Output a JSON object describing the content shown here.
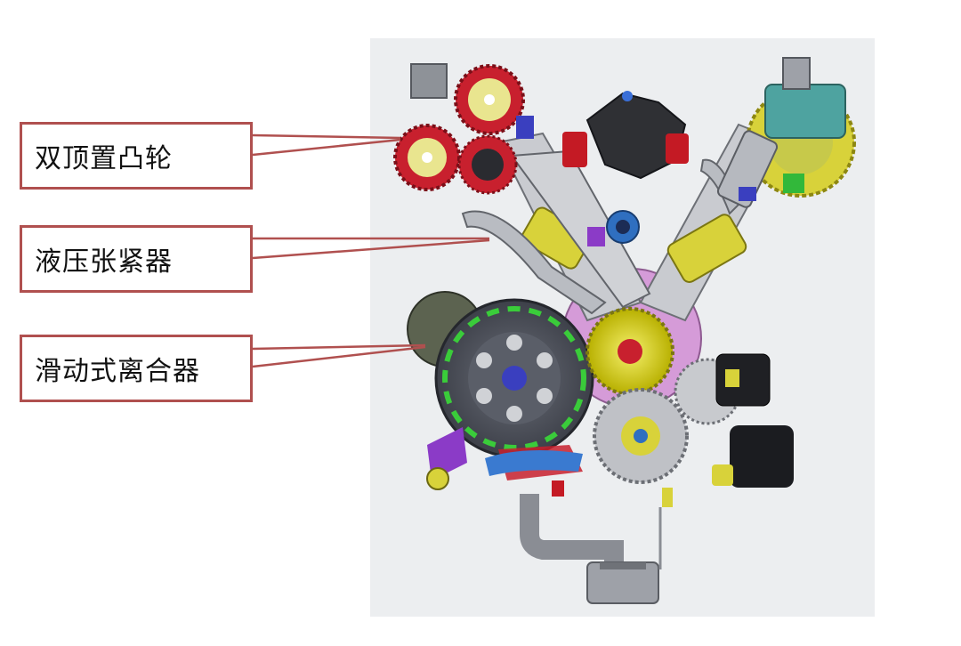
{
  "labels": [
    {
      "id": "cam",
      "text": "双顶置凸轮"
    },
    {
      "id": "tensioner",
      "text": "液压张紧器"
    },
    {
      "id": "clutch",
      "text": "滑动式离合器"
    }
  ],
  "colors": {
    "label_border": "#b0504f",
    "leader_line": "#b0504f",
    "background_panel": "#eceef0"
  }
}
